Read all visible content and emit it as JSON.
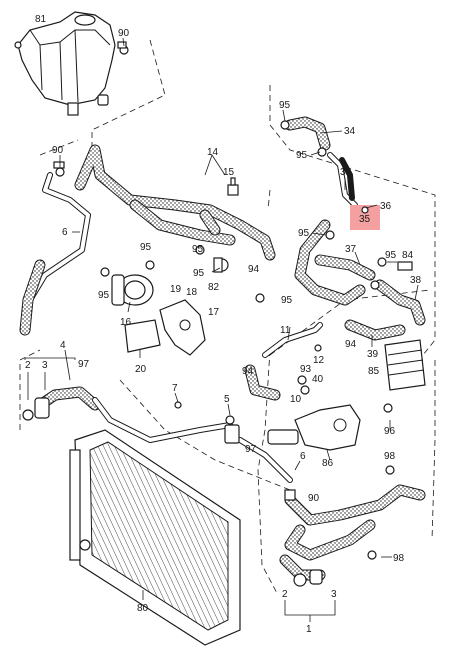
{
  "highlight_color": "#f4a0a0",
  "callouts": {
    "c81": "81",
    "c90a": "90",
    "c90b": "90",
    "c90c": "90",
    "c95a": "95",
    "c95b": "95",
    "c95c": "95",
    "c95d": "95",
    "c95e": "95",
    "c95f": "95",
    "c95g": "95",
    "c95h": "95",
    "c95i": "95",
    "c34": "34",
    "c33": "33",
    "c35": "35",
    "c36": "36",
    "c37": "37",
    "c84": "84",
    "c38": "38",
    "c39": "39",
    "c85": "85",
    "c14": "14",
    "c15": "15",
    "c6a": "6",
    "c6b": "6",
    "c94a": "94",
    "c94b": "94",
    "c94c": "94",
    "c82": "82",
    "c16": "16",
    "c19": "19",
    "c18": "18",
    "c17": "17",
    "c11": "11",
    "c12": "12",
    "c20": "20",
    "c4": "4",
    "c97a": "97",
    "c97b": "97",
    "c2a": "2",
    "c2b": "2",
    "c3a": "3",
    "c3b": "3",
    "c7": "7",
    "c5": "5",
    "c10": "10",
    "c93": "93",
    "c40": "40",
    "c86": "86",
    "c96": "96",
    "c98a": "98",
    "c98b": "98",
    "c80": "80",
    "c1": "1"
  }
}
